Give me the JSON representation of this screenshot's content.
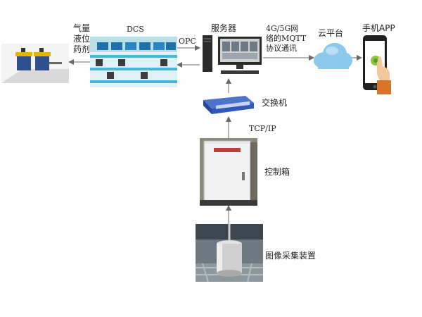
{
  "labels": {
    "dosing_line1": "气量",
    "dosing_line2": "液位",
    "dosing_line3": "药剂",
    "dcs": "DCS",
    "opc": "OPC",
    "server": "服务器",
    "protocol_line1": "4G/5G网",
    "protocol_line2": "络的MQTT",
    "protocol_line3": "协议通讯",
    "cloud": "云平台",
    "phone": "手机APP",
    "switch": "交换机",
    "tcpip": "TCP/IP",
    "control_box": "控制箱",
    "image_device": "图像采集装置"
  },
  "colors": {
    "arrow": "#6a6a6a",
    "switch_blue": "#2f58b8",
    "cloud_blue": "#8cc7ec",
    "phone_green": "#8cc63f",
    "dcs_cyan": "#47b6d8"
  }
}
